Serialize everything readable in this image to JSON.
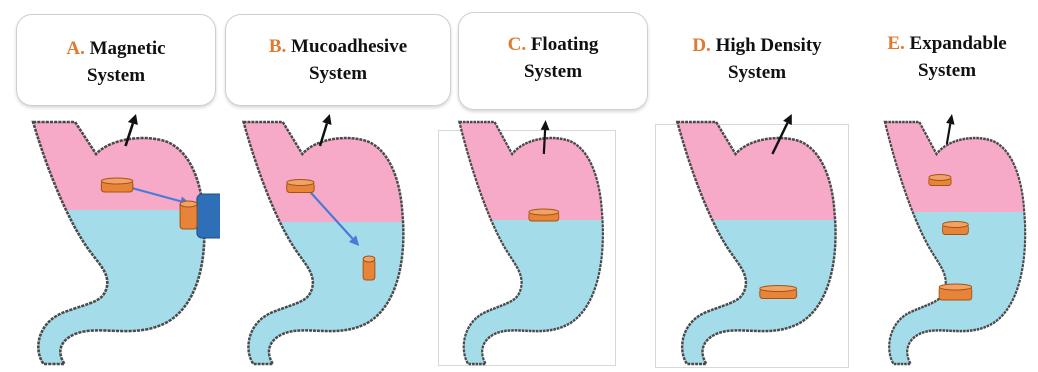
{
  "colors": {
    "upper_stomach": "#f7a9c8",
    "lower_stomach": "#a4dcea",
    "outline": "#4a4a4a",
    "tablet": "#e8833a",
    "magnet": "#2e6fb7",
    "movement_arrow": "#4a7ad8",
    "label_letter": "#e07a2e"
  },
  "panels": [
    {
      "letter": "A.",
      "line1": "Magnetic",
      "line2": "System",
      "icon": "magnet-icon"
    },
    {
      "letter": "B.",
      "line1": "Mucoadhesive",
      "line2": "System",
      "icon": "mucoadhesive-tablet-icon"
    },
    {
      "letter": "C.",
      "line1": "Floating",
      "line2": "System",
      "icon": "floating-tablet-icon"
    },
    {
      "letter": "D.",
      "line1": "High Density",
      "line2": "System",
      "icon": "sinking-tablet-icon"
    },
    {
      "letter": "E.",
      "line1": "Expandable",
      "line2": "System",
      "icon": "expanding-tablet-icon"
    }
  ]
}
